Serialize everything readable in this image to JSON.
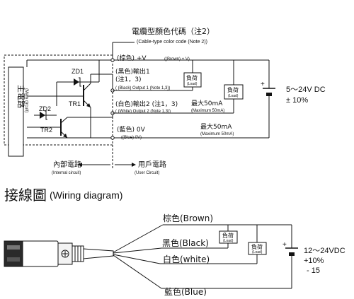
{
  "header": {
    "title_zh": "電纜型顏色代碼（注2）",
    "title_en": "(Cable-type color code (Note 2))"
  },
  "circuit": {
    "main_circuit_zh": "主電路",
    "main_circuit_en": "(Main circuit)",
    "zd1": "ZD1",
    "zd2": "ZD2",
    "tr1": "TR1",
    "tr2": "TR2",
    "brown_zh": "(棕色) +V",
    "brown_en": "((Brown) + V)",
    "black_zh": "(黑色)輸出1",
    "black_note": "(注1，3)",
    "black_en": "( (Black) Output 1 (Note 1,3))",
    "white_zh": "(白色)輸出2 (注1，3)",
    "white_en": "( (White) Output 2 (Note 1,3))",
    "max1_zh": "最大50mA",
    "max1_en": "(Maximum 50mA)",
    "blue_zh": "(藍色) 0V",
    "blue_en": "((Blue) 0V)",
    "max2_zh": "最大50mA",
    "max2_en": "(Maximum 50mA)",
    "load_zh": "負荷",
    "load_en": "(Load)",
    "supply_voltage": "5～24V DC",
    "supply_tolerance": "± 10%",
    "internal_zh": "內部電路",
    "internal_en": "(Internal circuit)",
    "user_zh": "用戶電路",
    "user_en": "(User Circuit)"
  },
  "wiring": {
    "heading_zh": "接線圖",
    "heading_en": "(Wiring diagram)",
    "brown": "棕色(Brown)",
    "black": "黑色(Black)",
    "white": "白色(white)",
    "blue": "藍色(Blue)",
    "load_zh": "負荷",
    "load_en": "(Load)",
    "supply_voltage": "12～24VDC",
    "supply_plus": "+10%",
    "supply_minus": "- 15"
  }
}
